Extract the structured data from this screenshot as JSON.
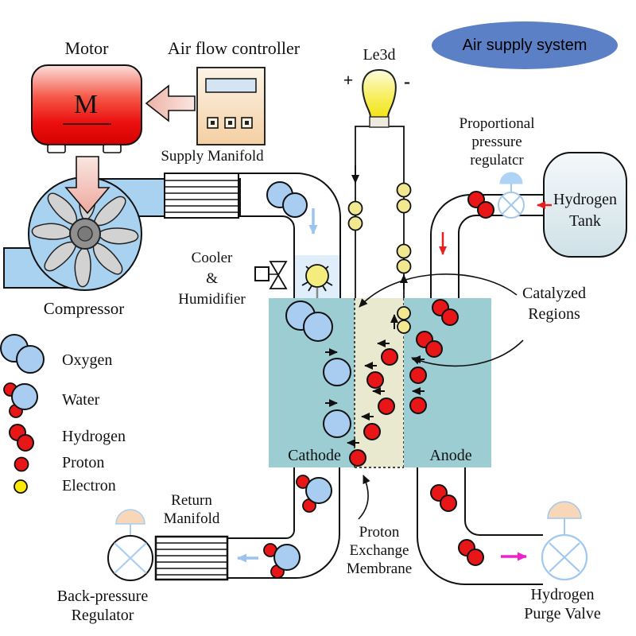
{
  "title": "Air supply system",
  "labels": {
    "motor": "Motor",
    "air_flow_controller": "Air flow controller",
    "supply_manifold": "Supply Manifold",
    "compressor": "Compressor",
    "cooler_humidifier": "Cooler\n&\nHumidifier",
    "load": "Le3d",
    "plus": "+",
    "minus": "-",
    "proportional_pressure_regulator": "Proportional\npressure\nregulatcr",
    "hydrogen_tank": "Hydrogen\nTank",
    "catalyzed_regions": "Catalyzed\nRegions",
    "cathode": "Cathode",
    "anode": "Anode",
    "return_manifold": "Return\nManifold",
    "back_pressure_regulator": "Back-pressure\nRegulator",
    "proton_exchange_membrane": "Proton\nExchange\nMembrane",
    "hydrogen_purge_valve": "Hydrogen\nPurge Valve"
  },
  "legend": {
    "items": [
      {
        "label": "Oxygen"
      },
      {
        "label": "Water"
      },
      {
        "label": "Hydrogen"
      },
      {
        "label": "Proton"
      },
      {
        "label": "Electron"
      }
    ]
  },
  "colors": {
    "title_ellipse": "#5b80c6",
    "cell_electrode": "#9bcdd2",
    "membrane": "#e9e9cf",
    "oxygen_blue": "#a9cdf1",
    "red_particle": "#e81616",
    "electron_pale": "#f1e88f",
    "electron_bright": "#fce903",
    "air_pipe_blue": "#a8d2f0",
    "motor_red": "#ec1010",
    "controller_beige": "#f6d2a6",
    "valve_blue": "#a0c8f0",
    "dome_peach": "#f7d7b8",
    "magenta_arrow": "#ee22cc",
    "pink_arrow": "#f3d3cb",
    "humidifier_box": "#e0eefb",
    "tank_fill": "#cfe1e7"
  }
}
